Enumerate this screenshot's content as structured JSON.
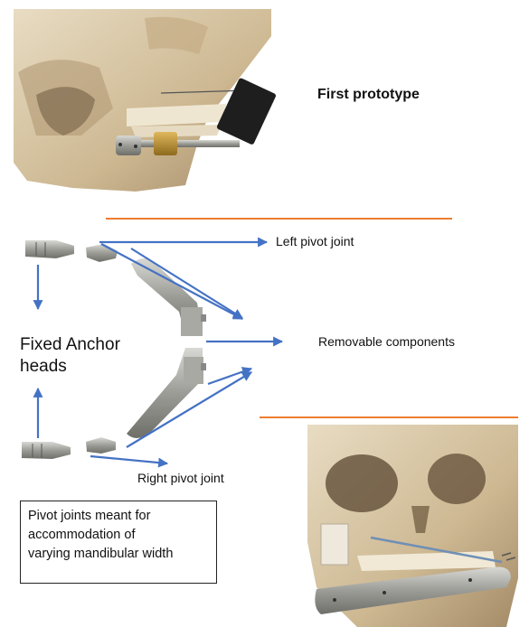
{
  "labels": {
    "first_prototype": "First prototype",
    "left_pivot": "Left pivot joint",
    "right_pivot": "Right pivot joint",
    "fixed_anchor_line1": "Fixed Anchor",
    "fixed_anchor_line2": "heads",
    "removable": "Removable components"
  },
  "note": {
    "line1": "Pivot joints meant for",
    "line2": "accommodation of",
    "line3": "varying mandibular width"
  },
  "colors": {
    "arrow": "#4472c4",
    "divider": "#ed7d31",
    "bone": "#d9c7a4",
    "metal": "#9a9a94"
  }
}
